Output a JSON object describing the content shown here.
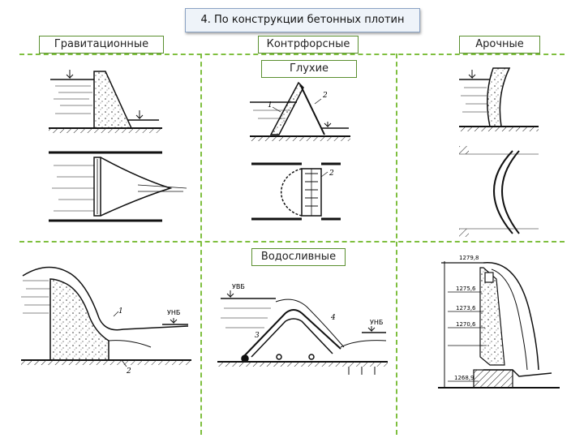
{
  "title": "4. По конструкции бетонных плотин",
  "columns": {
    "gravity": "Гравитационные",
    "buttress": "Контрфорсные",
    "arch": "Арочные"
  },
  "rows": {
    "blind": "Глухие",
    "spillway": "Водосливные"
  },
  "annotations": {
    "buttress_1": "1",
    "buttress_2": "2",
    "buttress_plan_2": "2",
    "gravity_spill_1": "1",
    "gravity_spill_2": "2",
    "gravity_spill_unb": "УНБ",
    "buttress_spill_uvb": "УВБ",
    "buttress_spill_unb": "УНБ",
    "buttress_spill_3": "3",
    "buttress_spill_4": "4",
    "arch_elev_1": "1279,8",
    "arch_elev_2": "1275,6",
    "arch_elev_3": "1273,6",
    "arch_elev_4": "1270,6",
    "arch_elev_5": "1268,9"
  }
}
